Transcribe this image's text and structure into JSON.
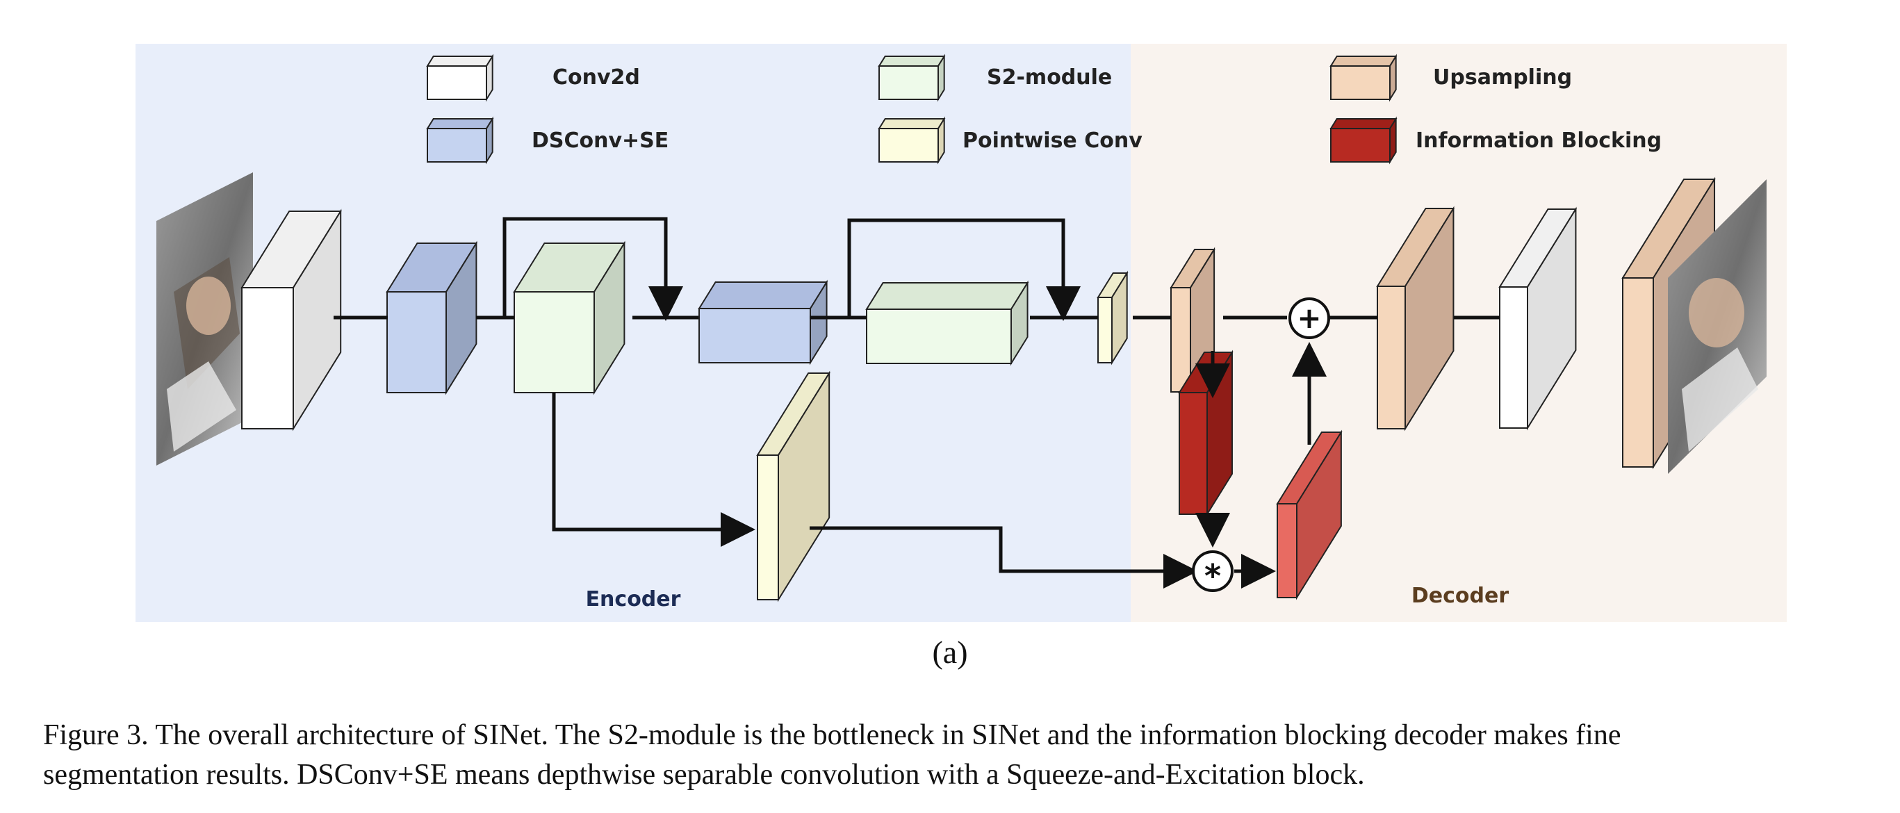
{
  "legend": [
    {
      "label": "Conv2d",
      "color": "#ffffff",
      "side": "#e0e0e0",
      "top": "#f0f0f0"
    },
    {
      "label": "DSConv+SE",
      "color": "#c5d3f0",
      "side": "#96a4c0",
      "top": "#aebde0"
    },
    {
      "label": "S2-module",
      "color": "#eefaea",
      "side": "#c5d2c1",
      "top": "#dbe9d6"
    },
    {
      "label": "Pointwise Conv",
      "color": "#fdfde0",
      "side": "#dcd6b6",
      "top": "#eeeccc"
    },
    {
      "label": "Upsampling",
      "color": "#f5d7bc",
      "side": "#cbab95",
      "top": "#e5c4a8"
    },
    {
      "label": "Information Blocking",
      "color": "#b72a22",
      "side": "#8f1c17",
      "top": "#a02019"
    }
  ],
  "regions": {
    "encoder": {
      "label": "Encoder",
      "bg": "#e8eefa",
      "text_color": "#1c2c55"
    },
    "decoder": {
      "label": "Decoder",
      "bg": "#f9f3ee",
      "text_color": "#5b3d1f"
    }
  },
  "operators": {
    "add": "+",
    "multiply": "*"
  },
  "sublabel": "(a)",
  "caption": {
    "line1": "Figure 3. The overall architecture of SINet.  The S2-module is the bottleneck in SINet and the information blocking decoder makes fine",
    "line2": "segmentation results. DSConv+SE means depthwise separable convolution with a Squeeze-and-Excitation block."
  }
}
